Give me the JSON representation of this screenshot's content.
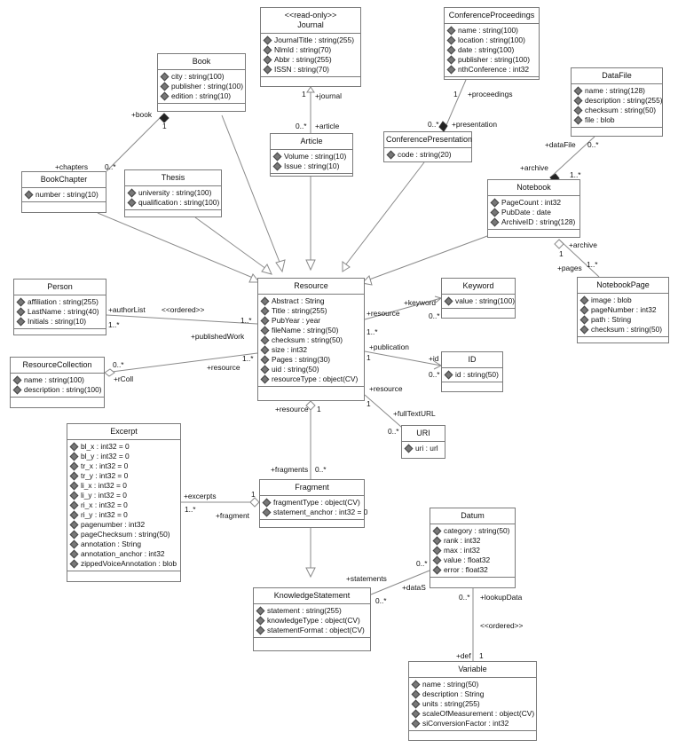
{
  "classes": {
    "journal": {
      "stereotype": "<<read-only>>",
      "name": "Journal",
      "attrs": [
        "JournalTitle : string(255)",
        "NlmId : string(70)",
        "Abbr : string(255)",
        "ISSN : string(70)"
      ]
    },
    "conference_proceedings": {
      "name": "ConferenceProceedings",
      "attrs": [
        "name : string(100)",
        "location : string(100)",
        "date : string(100)",
        "publisher : string(100)",
        "nthConference : int32"
      ]
    },
    "book": {
      "name": "Book",
      "attrs": [
        "city : string(100)",
        "publisher : string(100)",
        "edition : string(10)"
      ]
    },
    "data_file": {
      "name": "DataFile",
      "attrs": [
        "name : string(128)",
        "description : string(255)",
        "checksum : string(50)",
        "file : blob"
      ]
    },
    "article": {
      "name": "Article",
      "attrs": [
        "Volume : string(10)",
        "Issue : string(10)"
      ]
    },
    "conference_presentation": {
      "name": "ConferencePresentation",
      "attrs": [
        "code : string(20)"
      ]
    },
    "book_chapter": {
      "name": "BookChapter",
      "attrs": [
        "number : string(10)"
      ]
    },
    "thesis": {
      "name": "Thesis",
      "attrs": [
        "university : string(100)",
        "qualification : string(100)"
      ]
    },
    "notebook": {
      "name": "Notebook",
      "attrs": [
        "PageCount : int32",
        "PubDate : date",
        "ArchiveID : string(128)"
      ]
    },
    "person": {
      "name": "Person",
      "attrs": [
        "affiliation : string(255)",
        "LastName : string(40)",
        "Initials : string(10)"
      ]
    },
    "resource": {
      "name": "Resource",
      "attrs": [
        "Abstract : String",
        "Title : string(255)",
        "PubYear : year",
        "fileName : string(50)",
        "checksum : string(50)",
        "size : int32",
        "Pages : string(30)",
        "uid : string(50)",
        "resourceType : object(CV)"
      ]
    },
    "keyword": {
      "name": "Keyword",
      "attrs": [
        "value : string(100)"
      ]
    },
    "notebook_page": {
      "name": "NotebookPage",
      "attrs": [
        "image : blob",
        "pageNumber : int32",
        "path : String",
        "checksum : string(50)"
      ]
    },
    "resource_collection": {
      "name": "ResourceCollection",
      "attrs": [
        "name : string(100)",
        "description : string(100)"
      ]
    },
    "id": {
      "name": "ID",
      "attrs": [
        "id : string(50)"
      ]
    },
    "uri": {
      "name": "URI",
      "attrs": [
        "uri : url"
      ]
    },
    "excerpt": {
      "name": "Excerpt",
      "attrs": [
        "bl_x : int32 = 0",
        "bl_y : int32 = 0",
        "tr_x : int32 = 0",
        "tr_y : int32 = 0",
        "li_x : int32 = 0",
        "li_y : int32 = 0",
        "ri_x : int32 = 0",
        "ri_y : int32 = 0",
        "pagenumber : int32",
        "pageChecksum : string(50)",
        "annotation : String",
        "annotation_anchor : int32",
        "zippedVoiceAnnotation : blob"
      ]
    },
    "fragment": {
      "name": "Fragment",
      "attrs": [
        "fragmentType : object(CV)",
        "statement_anchor : int32 = 0"
      ]
    },
    "datum": {
      "name": "Datum",
      "attrs": [
        "category : string(50)",
        "rank : int32",
        "max : int32",
        "value : float32",
        "error : float32"
      ]
    },
    "knowledge_statement": {
      "name": "KnowledgeStatement",
      "attrs": [
        "statement : string(255)",
        "knowledgeType : object(CV)",
        "statementFormat : object(CV)"
      ]
    },
    "variable": {
      "name": "Variable",
      "attrs": [
        "name : string(50)",
        "description : String",
        "units : string(255)",
        "scaleOfMeasurement : object(CV)",
        "siConversionFactor : int32"
      ]
    }
  },
  "labels": {
    "journal_mult": "1",
    "journal_role": "+journal",
    "article_mult": "0..*",
    "article_role": "+article",
    "proc_mult": "1",
    "proc_role": "+proceedings",
    "pres_mult": "0..*",
    "pres_role": "+presentation",
    "book_role": "+book",
    "book_mult": "1",
    "chapters_role": "+chapters",
    "chapters_mult": "0..*",
    "datafile_role": "+dataFile",
    "datafile_mult": "0..*",
    "archive_role1": "+archive",
    "archive_mult1": "1..*",
    "archive_role2": "+archive",
    "archive_mult2": "1",
    "pages_role": "+pages",
    "pages_mult": "1..*",
    "author_list": "+authorList",
    "ordered1": "<<ordered>>",
    "person_mult": "1..*",
    "res_mult_person": "1..*",
    "published_work": "+publishedWork",
    "resource_role_kw": "+resource",
    "keyword_role": "+keyword",
    "kw_mult": "0..*",
    "res_kw_mult": "1..*",
    "publication_role": "+publication",
    "pub_mult": "1",
    "id_role": "+id",
    "id_mult": "0..*",
    "rcoll_mult": "0..*",
    "rcoll_role": "+rColl",
    "resource_role_coll": "+resource",
    "res_coll_mult": "1..*",
    "resource_role_uri": "+resource",
    "uri_res_mult": "1",
    "fulltext_role": "+fullTextURL",
    "uri_mult": "0..*",
    "resource_role_frag": "+resource",
    "res_frag_mult": "1",
    "fragments_role": "+fragments",
    "frag_mult": "0..*",
    "excerpts_role": "+excerpts",
    "exc_mult": "1..*",
    "fragment_role": "+fragment",
    "frag_exc_mult": "1",
    "statements_role": "+statements",
    "stmt_mult": "0..*",
    "datas_role": "+dataS",
    "datas_mult": "0..*",
    "lookup_role": "+lookupData",
    "lookup_mult": "0..*",
    "ordered2": "<<ordered>>",
    "def_role": "+def",
    "def_mult": "1"
  }
}
